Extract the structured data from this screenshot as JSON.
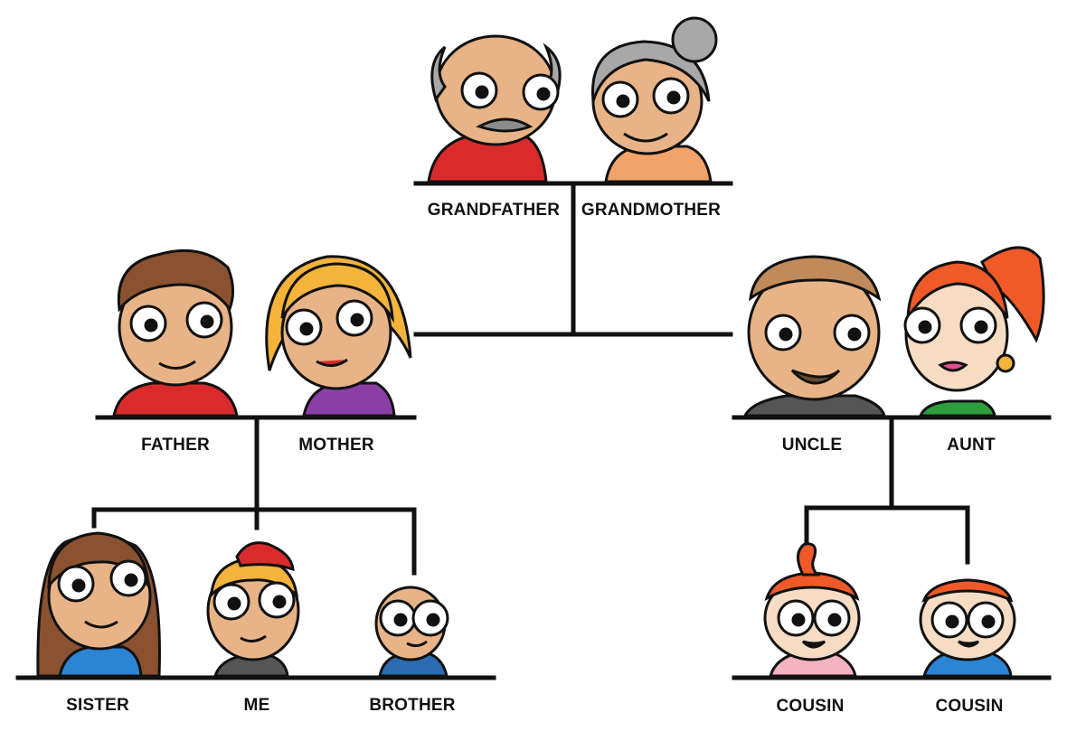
{
  "tree": {
    "grandparents": {
      "left": {
        "label": "GRANDFATHER",
        "icon": "grandfather-portrait"
      },
      "right": {
        "label": "GRANDMOTHER",
        "icon": "grandmother-portrait"
      }
    },
    "parents": {
      "left": {
        "label": "FATHER",
        "icon": "father-portrait"
      },
      "right": {
        "label": "MOTHER",
        "icon": "mother-portrait"
      }
    },
    "uncle_aunt": {
      "left": {
        "label": "UNCLE",
        "icon": "uncle-portrait"
      },
      "right": {
        "label": "AUNT",
        "icon": "aunt-portrait"
      }
    },
    "siblings": [
      {
        "label": "SISTER",
        "icon": "sister-portrait"
      },
      {
        "label": "ME",
        "icon": "me-portrait"
      },
      {
        "label": "BROTHER",
        "icon": "brother-portrait"
      }
    ],
    "cousins": [
      {
        "label": "COUSIN",
        "icon": "cousin-girl-portrait"
      },
      {
        "label": "COUSIN",
        "icon": "cousin-boy-portrait"
      }
    ]
  },
  "colors": {
    "line": "#111111",
    "skin": "#e8b487",
    "red_shirt": "#d92b2b",
    "blonde": "#f4b43c",
    "purple": "#8a3fa6",
    "ginger": "#f05a28",
    "brown_hair": "#8a5230",
    "blue": "#2b85d4",
    "pink": "#f3b3c1",
    "grey_hair": "#a8a8a8"
  }
}
